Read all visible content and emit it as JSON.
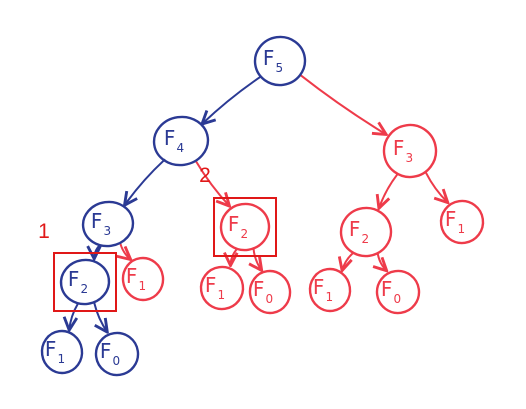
{
  "colors": {
    "blue": "#2b3a94",
    "red": "#ee3b4a",
    "highlight": "#e01818"
  },
  "tree": {
    "nodes": [
      {
        "id": "n5",
        "base": "F",
        "sub": "5",
        "color": "blue"
      },
      {
        "id": "n4",
        "base": "F",
        "sub": "4",
        "color": "blue"
      },
      {
        "id": "n3r",
        "base": "F",
        "sub": "3",
        "color": "red"
      },
      {
        "id": "n3",
        "base": "F",
        "sub": "3",
        "color": "blue"
      },
      {
        "id": "n2m",
        "base": "F",
        "sub": "2",
        "color": "red"
      },
      {
        "id": "n2r",
        "base": "F",
        "sub": "2",
        "color": "red"
      },
      {
        "id": "n1rr",
        "base": "F",
        "sub": "1",
        "color": "red"
      },
      {
        "id": "n2",
        "base": "F",
        "sub": "2",
        "color": "blue"
      },
      {
        "id": "n1a",
        "base": "F",
        "sub": "1",
        "color": "red"
      },
      {
        "id": "n1m",
        "base": "F",
        "sub": "1",
        "color": "red"
      },
      {
        "id": "n0m",
        "base": "F",
        "sub": "0",
        "color": "red"
      },
      {
        "id": "n1r",
        "base": "F",
        "sub": "1",
        "color": "red"
      },
      {
        "id": "n0r",
        "base": "F",
        "sub": "0",
        "color": "red"
      },
      {
        "id": "n1b",
        "base": "F",
        "sub": "1",
        "color": "blue"
      },
      {
        "id": "n0b",
        "base": "F",
        "sub": "0",
        "color": "blue"
      }
    ],
    "edges": [
      {
        "from": "n5",
        "to": "n4",
        "color": "blue"
      },
      {
        "from": "n5",
        "to": "n3r",
        "color": "red"
      },
      {
        "from": "n4",
        "to": "n3",
        "color": "blue"
      },
      {
        "from": "n4",
        "to": "n2m",
        "color": "red"
      },
      {
        "from": "n3r",
        "to": "n2r",
        "color": "red"
      },
      {
        "from": "n3r",
        "to": "n1rr",
        "color": "red"
      },
      {
        "from": "n3",
        "to": "n2",
        "color": "blue"
      },
      {
        "from": "n3",
        "to": "n1a",
        "color": "red"
      },
      {
        "from": "n2m",
        "to": "n1m",
        "color": "red"
      },
      {
        "from": "n2m",
        "to": "n0m",
        "color": "red"
      },
      {
        "from": "n2r",
        "to": "n1r",
        "color": "red"
      },
      {
        "from": "n2r",
        "to": "n0r",
        "color": "red"
      },
      {
        "from": "n2",
        "to": "n1b",
        "color": "blue"
      },
      {
        "from": "n2",
        "to": "n0b",
        "color": "blue"
      }
    ],
    "highlights": [
      {
        "node": "n2",
        "label": "1"
      },
      {
        "node": "n2m",
        "label": "2"
      }
    ]
  }
}
